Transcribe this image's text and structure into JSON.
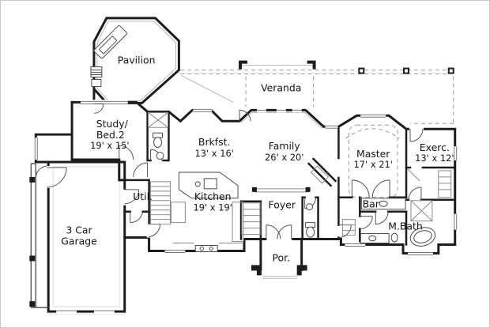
{
  "plan": {
    "ink_color": "#1c1c1c",
    "thin_color": "#8a8a8a",
    "rooms": {
      "pavilion": {
        "name": "Pavilion"
      },
      "veranda": {
        "name": "Veranda"
      },
      "study": {
        "name": "Study/",
        "name2": "Bed.2",
        "dims": "19' x 15'"
      },
      "brkfst": {
        "name": "Brkfst.",
        "dims": "13' x 16'"
      },
      "family": {
        "name": "Family",
        "dims": "26' x 20'"
      },
      "master": {
        "name": "Master",
        "dims": "17' x 21'"
      },
      "exercise": {
        "name": "Exerc.",
        "dims": "13' x 12'"
      },
      "utility": {
        "name": "Util."
      },
      "kitchen": {
        "name": "Kitchen",
        "dims": "19' x 19'"
      },
      "foyer": {
        "name": "Foyer"
      },
      "bar": {
        "name": "Bar"
      },
      "master_bath": {
        "name": "M.Bath"
      },
      "garage": {
        "name": "3 Car",
        "name2": "Garage"
      },
      "porch": {
        "name": "Por."
      }
    }
  }
}
